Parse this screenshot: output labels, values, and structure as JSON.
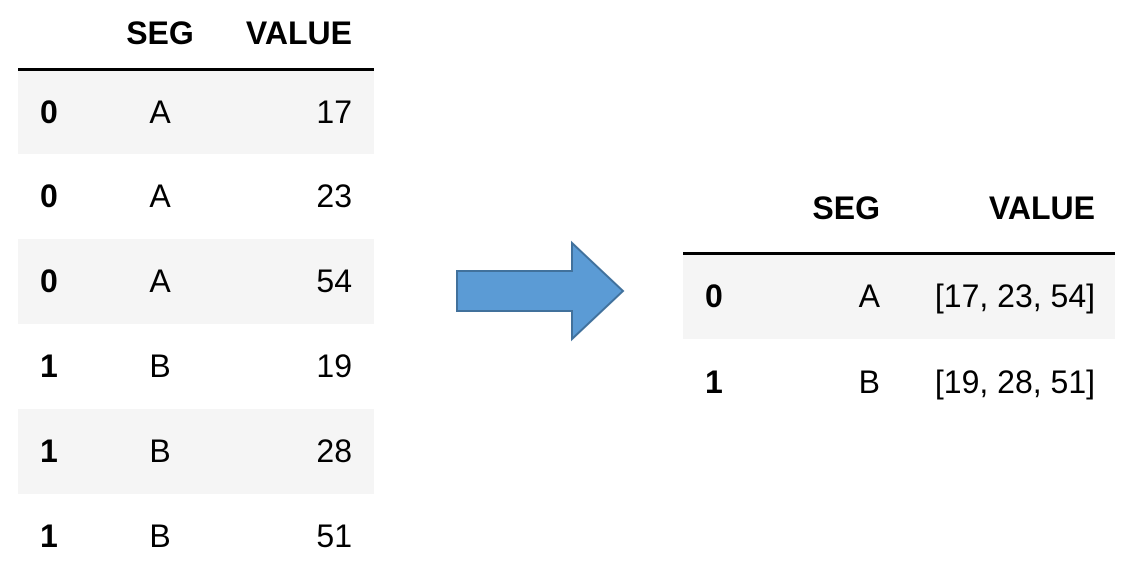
{
  "left_table": {
    "columns": [
      "",
      "SEG",
      "VALUE"
    ],
    "rows": [
      {
        "index": "0",
        "seg": "A",
        "value": "17"
      },
      {
        "index": "0",
        "seg": "A",
        "value": "23"
      },
      {
        "index": "0",
        "seg": "A",
        "value": "54"
      },
      {
        "index": "1",
        "seg": "B",
        "value": "19"
      },
      {
        "index": "1",
        "seg": "B",
        "value": "28"
      },
      {
        "index": "1",
        "seg": "B",
        "value": "51"
      }
    ]
  },
  "right_table": {
    "columns": [
      "",
      "SEG",
      "VALUE"
    ],
    "rows": [
      {
        "index": "0",
        "seg": "A",
        "value": "[17, 23, 54]"
      },
      {
        "index": "1",
        "seg": "B",
        "value": "[19, 28, 51]"
      }
    ]
  },
  "colors": {
    "arrow_fill": "#5b9bd5",
    "arrow_stroke": "#41719c",
    "stripe": "#f5f5f5"
  },
  "icons": {
    "transform_arrow": "right-arrow-icon"
  }
}
